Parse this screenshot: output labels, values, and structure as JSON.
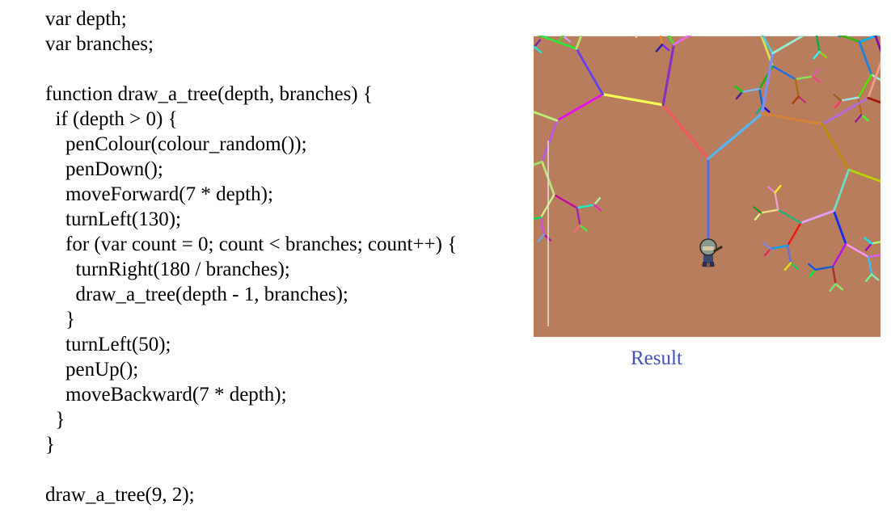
{
  "code_lines": [
    "var depth;",
    "var branches;",
    "",
    "function draw_a_tree(depth, branches) {",
    "  if (depth > 0) {",
    "    penColour(colour_random());",
    "    penDown();",
    "    moveForward(7 * depth);",
    "    turnLeft(130);",
    "    for (var count = 0; count < branches; count++) {",
    "      turnRight(180 / branches);",
    "      draw_a_tree(depth - 1, branches);",
    "    }",
    "    turnLeft(50);",
    "    penUp();",
    "    moveBackward(7 * depth);",
    "  }",
    "}",
    "",
    "draw_a_tree(9, 2);"
  ],
  "result": {
    "label": "Result",
    "label_color": "#4050c0",
    "canvas_background": "#b87d5c"
  },
  "tree": {
    "depth": 9,
    "branches": 2
  },
  "icons": {
    "character": "armored-soldier-sprite"
  }
}
